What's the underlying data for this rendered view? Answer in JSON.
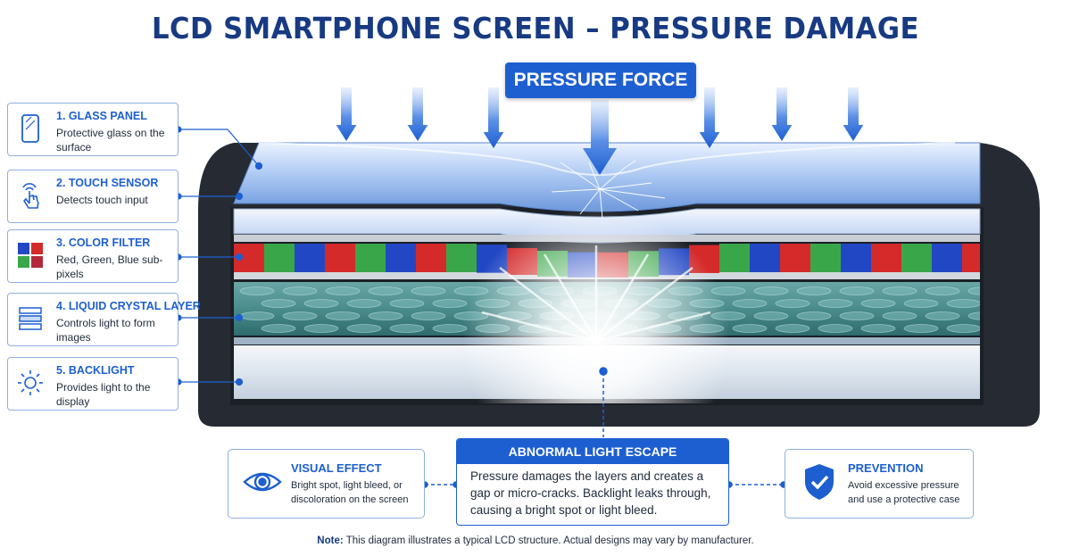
{
  "title": "LCD SMARTPHONE SCREEN – PRESSURE DAMAGE",
  "pressure_label": "PRESSURE FORCE",
  "layers": [
    {
      "title": "1. GLASS PANEL",
      "description": "Protective glass on the surface",
      "icon": "phone-glass-icon"
    },
    {
      "title": "2. TOUCH SENSOR",
      "description": "Detects touch input",
      "icon": "touch-hand-icon"
    },
    {
      "title": "3. COLOR FILTER",
      "description": "Red, Green, Blue sub-pixels",
      "icon": "rgb-squares-icon"
    },
    {
      "title": "4. LIQUID CRYSTAL LAYER",
      "description": "Controls light to form images",
      "icon": "lcd-stack-icon"
    },
    {
      "title": "5. BACKLIGHT",
      "description": "Provides light to the display",
      "icon": "sun-icon"
    }
  ],
  "visual_effect": {
    "title": "VISUAL EFFECT",
    "description": "Bright spot, light bleed, or discoloration on the screen",
    "icon": "eye-icon"
  },
  "light_escape": {
    "title": "ABNORMAL LIGHT ESCAPE",
    "description": "Pressure damages the layers and creates a gap or micro-cracks. Backlight leaks through, causing a bright spot or light bleed."
  },
  "prevention": {
    "title": "PREVENTION",
    "description": "Avoid excessive pressure and use a protective case",
    "icon": "shield-check-icon"
  },
  "note": {
    "label": "Note:",
    "text": "This diagram illustrates a typical LCD structure. Actual designs may vary by manufacturer."
  },
  "colors": {
    "accent": "#1d5fd1",
    "title": "#173a82",
    "red": "#d42a2a",
    "green": "#3aa64a",
    "blue": "#2247c4",
    "liquid_crystal": "#4a8c8c",
    "frame": "#262b33"
  },
  "color_filter_pattern": [
    "red",
    "green",
    "blue"
  ]
}
